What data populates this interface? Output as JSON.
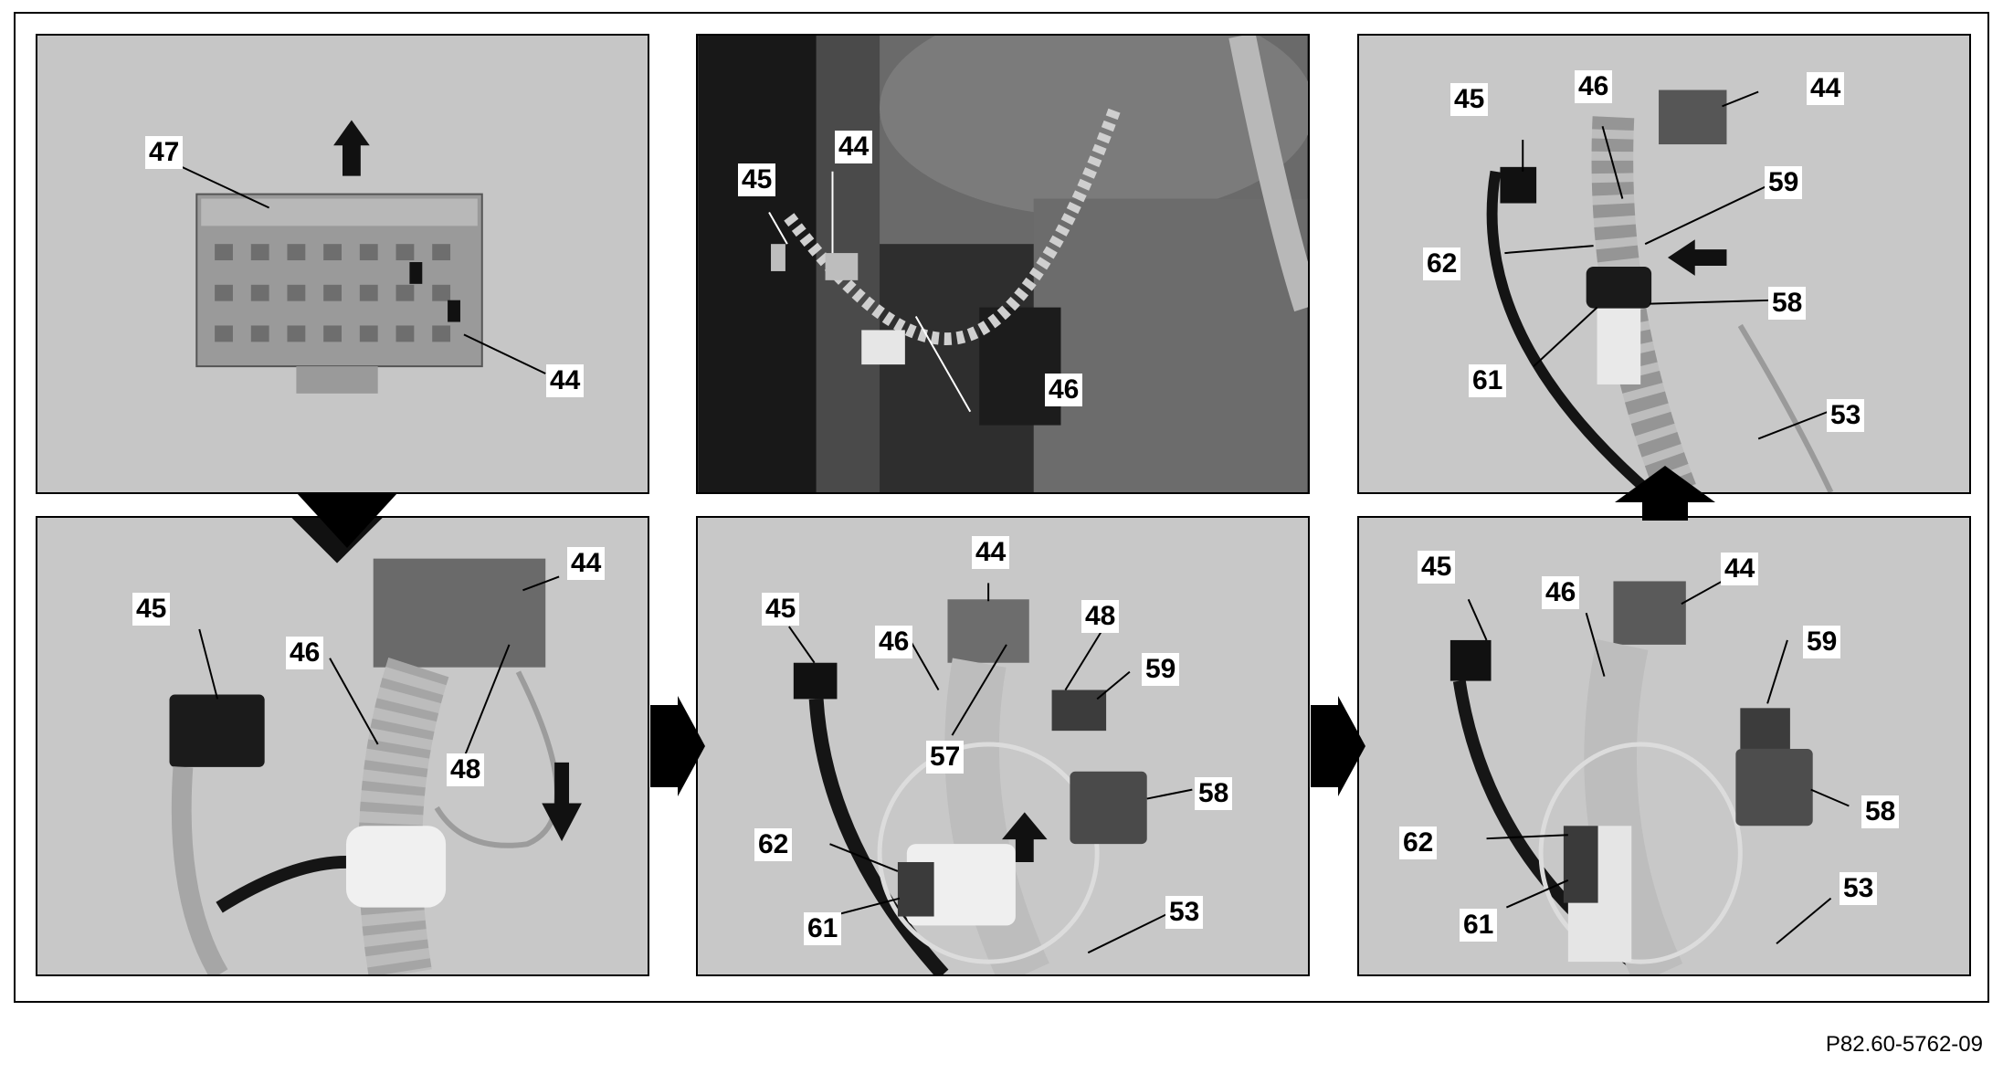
{
  "figure_reference": "P82.60-5762-09",
  "panels": {
    "p1": {
      "labels": {
        "a": "47",
        "b": "44"
      }
    },
    "p2": {
      "labels": {
        "a": "45",
        "b": "44",
        "c": "46"
      }
    },
    "p3": {
      "labels": {
        "a": "45",
        "b": "46",
        "c": "44",
        "d": "59",
        "e": "62",
        "f": "58",
        "g": "61",
        "h": "53"
      }
    },
    "p4": {
      "labels": {
        "a": "45",
        "b": "46",
        "c": "44",
        "d": "48"
      }
    },
    "p5": {
      "labels": {
        "a": "44",
        "b": "45",
        "c": "46",
        "d": "48",
        "e": "59",
        "f": "57",
        "g": "58",
        "h": "62",
        "i": "61",
        "j": "53"
      }
    },
    "p6": {
      "labels": {
        "a": "45",
        "b": "46",
        "c": "44",
        "d": "59",
        "e": "58",
        "f": "62",
        "g": "61",
        "h": "53"
      }
    }
  }
}
